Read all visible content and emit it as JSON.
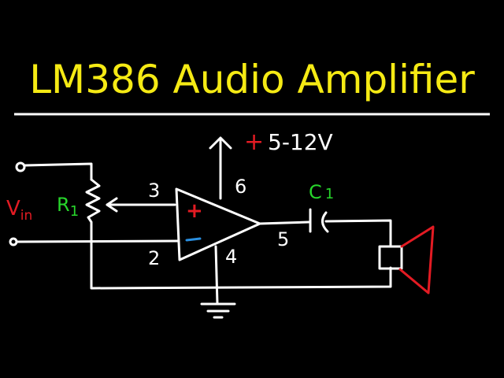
{
  "title": "LM386 Audio Amplifier",
  "supply": {
    "sign": "+",
    "value": "5-12V"
  },
  "labels": {
    "vin_main": "V",
    "vin_sub": "in",
    "r1_main": "R",
    "r1_sub": "1",
    "c1": "C",
    "c1_sub": "1",
    "pin3": "3",
    "pin2": "2",
    "pin6": "6",
    "pin4": "4",
    "pin5": "5",
    "plus": "+",
    "minus": "−"
  },
  "colors": {
    "background": "#000000",
    "title": "#f5ea14",
    "wire": "#ffffff",
    "vin": "#e31b23",
    "component_label": "#27d52b",
    "plus": "#e31b23",
    "minus": "#2a8fe0",
    "speaker": "#e31b23"
  }
}
